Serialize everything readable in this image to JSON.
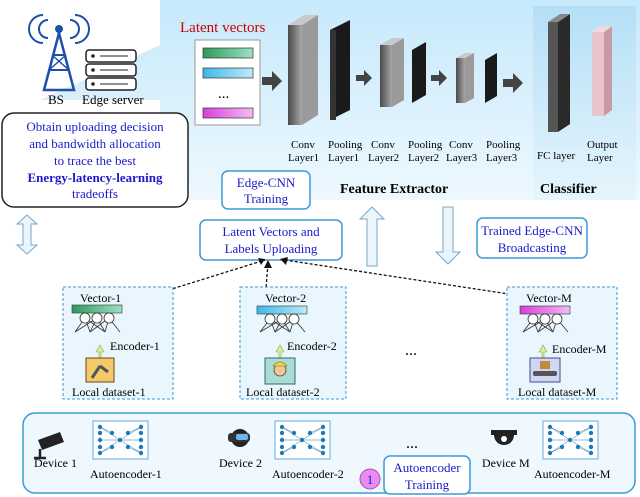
{
  "top": {
    "bs_label": "BS",
    "edge_server_label": "Edge server",
    "latent_vectors_title": "Latent vectors",
    "latent_ellipsis": "...",
    "layers": [
      {
        "line1": "Conv",
        "line2": "Layer1"
      },
      {
        "line1": "Pooling",
        "line2": "Layer1"
      },
      {
        "line1": "Conv",
        "line2": "Layer2"
      },
      {
        "line1": "Pooling",
        "line2": "Layer2"
      },
      {
        "line1": "Conv",
        "line2": "Layer3"
      },
      {
        "line1": "Pooling",
        "line2": "Layer3"
      }
    ],
    "fc_layer": "FC layer",
    "output_layer_line1": "Output",
    "output_layer_line2": "Layer",
    "feature_extractor": "Feature Extractor",
    "classifier": "Classifier"
  },
  "decision_box": {
    "line1": "Obtain uploading decision",
    "line2": "and bandwidth allocation",
    "line3": "to trace the best",
    "line4": "Energy-latency-learning",
    "line5": "tradeoffs"
  },
  "edge_cnn_training": {
    "line1": "Edge-CNN",
    "line2": "Training"
  },
  "uploading": {
    "line1": "Latent Vectors and",
    "line2": "Labels Uploading"
  },
  "broadcasting": {
    "line1": "Trained Edge-CNN",
    "line2": "Broadcasting"
  },
  "encoders": [
    {
      "vector": "Vector-1",
      "encoder": "Encoder-1",
      "dataset": "Local dataset-1"
    },
    {
      "vector": "Vector-2",
      "encoder": "Encoder-2",
      "dataset": "Local dataset-2"
    },
    {
      "vector": "Vector-M",
      "encoder": "Encoder-M",
      "dataset": "Local dataset-M"
    }
  ],
  "middle_ellipsis": "...",
  "devices": [
    {
      "device": "Device 1",
      "autoencoder": "Autoencoder-1"
    },
    {
      "device": "Device 2",
      "autoencoder": "Autoencoder-2"
    },
    {
      "device": "Device M",
      "autoencoder": "Autoencoder-M"
    }
  ],
  "bottom_ellipsis": "...",
  "autoencoder_training": {
    "badge": "1",
    "line1": "Autoencoder",
    "line2": "Training"
  },
  "colors": {
    "panel_top": "#c9eafc",
    "panel_bottom": "#eef8fe",
    "box_border": "#3a9ad9",
    "blue_text": "#1a1acc",
    "latent_title": "#cc0000",
    "badge": "#e98bf0"
  }
}
